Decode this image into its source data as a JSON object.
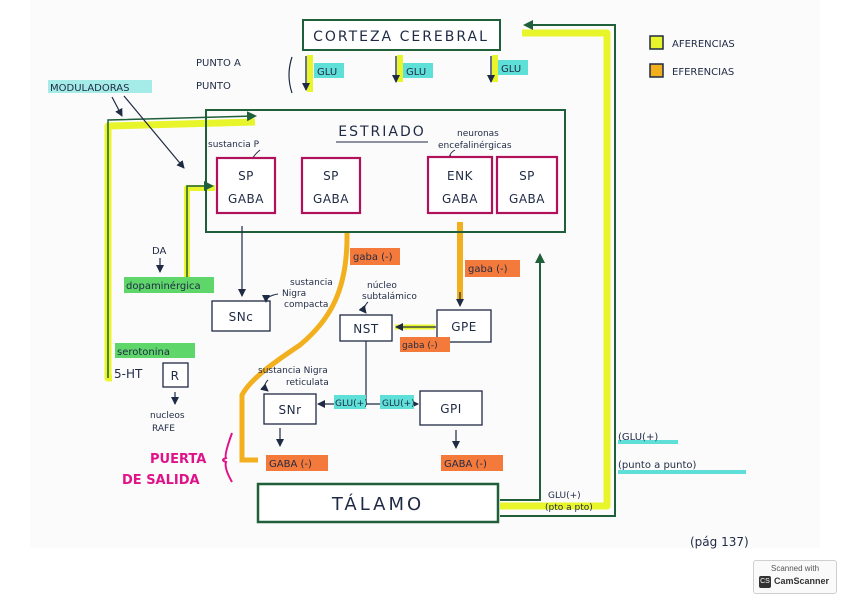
{
  "colors": {
    "afferent": "#e8f52a",
    "efferent": "#f2b01e",
    "ink": "#1f2a44",
    "box_green": "#1f5f3a",
    "box_magenta": "#b0115a",
    "tag_green": "#5fd66a",
    "tag_cyan": "#5ee0d8",
    "tag_orange": "#f47a3c",
    "magenta_text": "#e0128a"
  },
  "legend": {
    "afferent": "AFERENCIAS",
    "efferent": "EFERENCIAS"
  },
  "cortex": {
    "label": "CORTEZA CEREBRAL"
  },
  "punto_a_punto": {
    "line1": "PUNTO A",
    "line2": "PUNTO"
  },
  "glu_tags": [
    "GLU",
    "GLU",
    "GLU"
  ],
  "moduladoras": "MODULADORAS",
  "striatum": {
    "label": "ESTRIADO",
    "sustancia_p": "sustancia P",
    "neuronas_line1": "neuronas",
    "neuronas_line2": "encefalinérgicas",
    "boxes": [
      {
        "top": "SP",
        "bottom": "GABA"
      },
      {
        "top": "SP",
        "bottom": "GABA"
      },
      {
        "top": "ENK",
        "bottom": "GABA"
      },
      {
        "top": "SP",
        "bottom": "GABA"
      }
    ]
  },
  "da": "DA",
  "dopaminergica": "dopaminérgica",
  "snc": {
    "label": "SNc",
    "note_line1": "sustancia",
    "note_line2": "Nigra",
    "note_line3": "compacta"
  },
  "gaba_minus_1": "gaba (-)",
  "gaba_minus_2": "gaba (-)",
  "nst": {
    "label": "NST",
    "note_line1": "núcleo",
    "note_line2": "subtalámico"
  },
  "gpe": {
    "label": "GPE"
  },
  "gaba_nst": "gaba (-)",
  "serotonina": "serotonina",
  "five_ht": "5-HT",
  "r_box": "R",
  "nucleos_rafe_line1": "nucleos",
  "nucleos_rafe_line2": "RAFE",
  "snr": {
    "label": "SNr",
    "note_line1": "sustancia Nigra",
    "note_line2": "reticulata"
  },
  "glu_plus_1": "GLU(+)",
  "glu_plus_2": "GLU(+)",
  "gpi": {
    "label": "GPI"
  },
  "puerta_line1": "PUERTA",
  "puerta_line2": "DE SALIDA",
  "gaba_snr": "GABA (-)",
  "gaba_gpi": "GABA (-)",
  "talamo": {
    "label": "TÁLAMO"
  },
  "glu_talamo_line1": "GLU(+)",
  "glu_talamo_line2": "(pto a pto)",
  "glu_right_line1": "(GLU(+)",
  "glu_right_line2": "(punto a punto)",
  "page_ref": "(pág 137)",
  "watermark": {
    "line1": "Scanned with",
    "logo": "CS",
    "line2": "CamScanner"
  }
}
